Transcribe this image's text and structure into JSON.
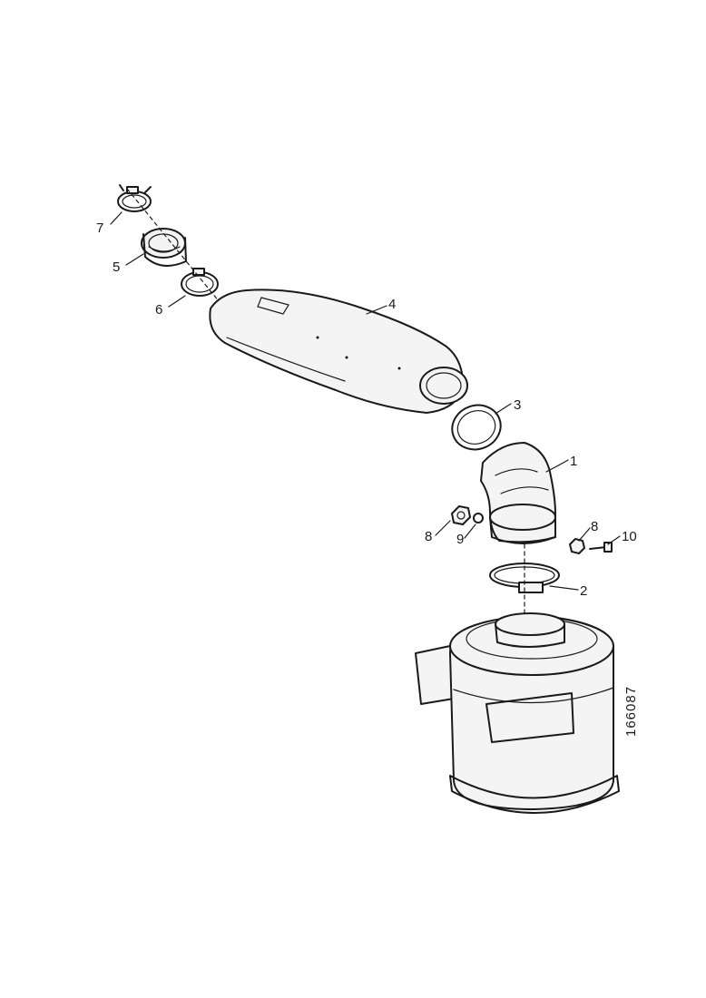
{
  "diagram": {
    "reference_code": "166087",
    "callouts": [
      {
        "id": "c7",
        "label": "7"
      },
      {
        "id": "c5",
        "label": "5"
      },
      {
        "id": "c6",
        "label": "6"
      },
      {
        "id": "c4",
        "label": "4"
      },
      {
        "id": "c3",
        "label": "3"
      },
      {
        "id": "c1",
        "label": "1"
      },
      {
        "id": "c8a",
        "label": "8"
      },
      {
        "id": "c9",
        "label": "9"
      },
      {
        "id": "c8b",
        "label": "8"
      },
      {
        "id": "c10",
        "label": "10"
      },
      {
        "id": "c2",
        "label": "2"
      }
    ],
    "colors": {
      "line": "#1a1a1a",
      "background": "#ffffff",
      "shade": "#f4f4f4"
    }
  }
}
